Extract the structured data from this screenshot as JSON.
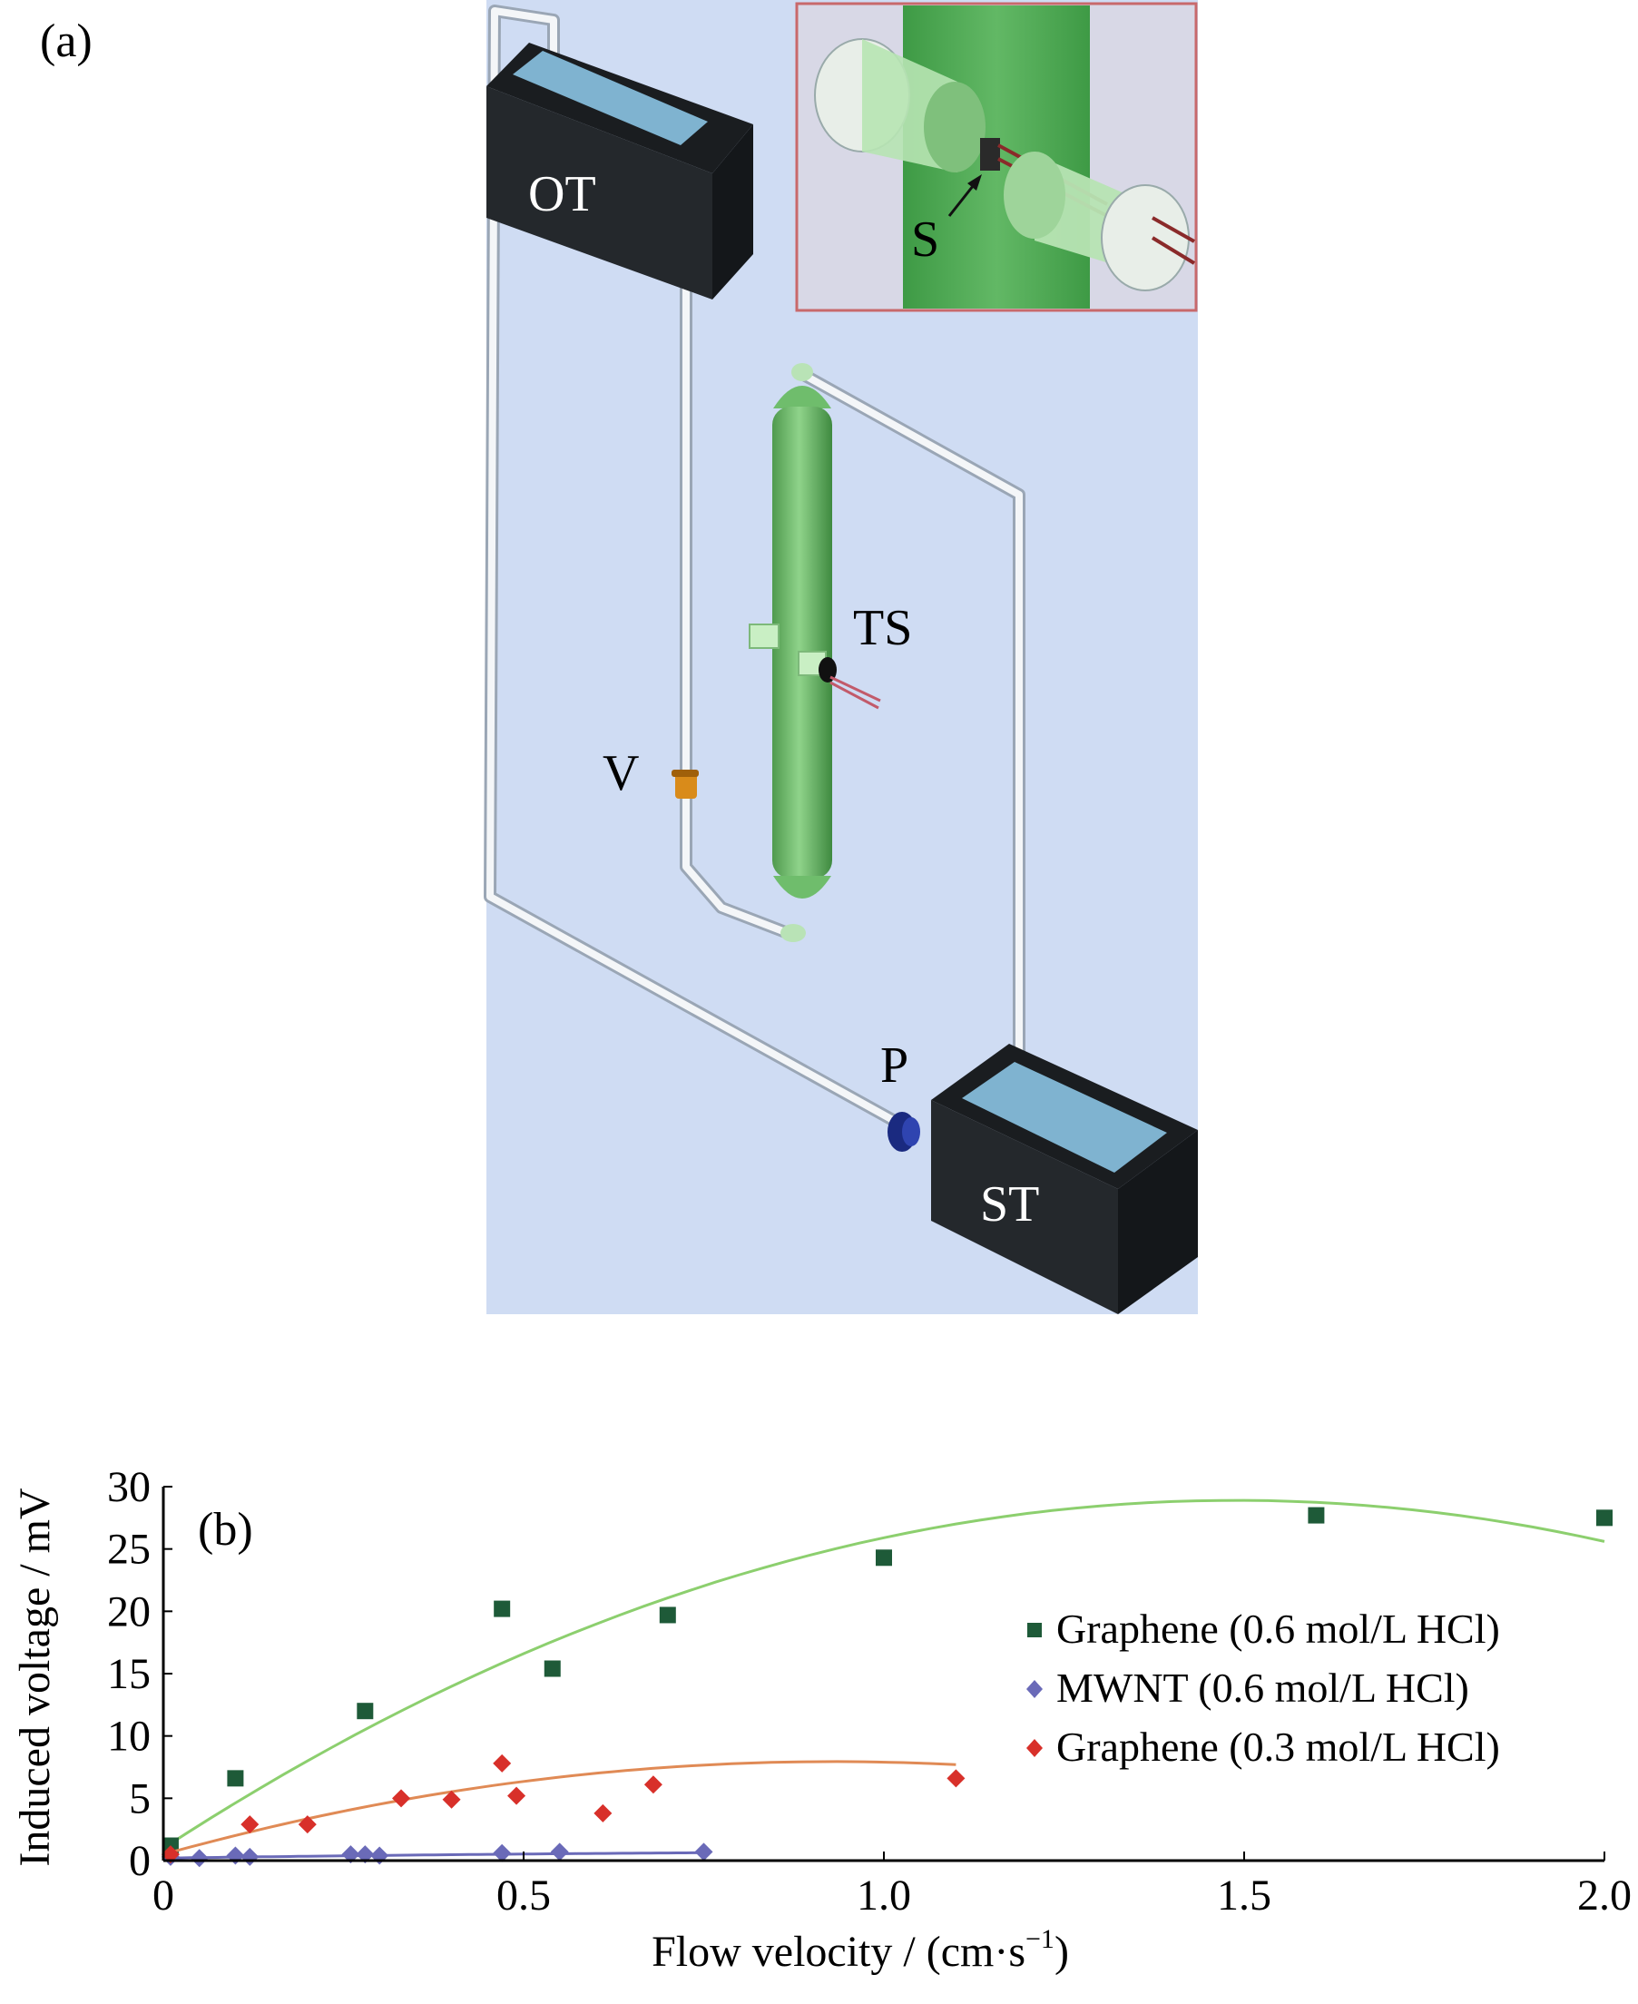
{
  "panel_a": {
    "label": "(a)",
    "components": {
      "overflow_tank": "OT",
      "test_section": "TS",
      "valve": "V",
      "pump": "P",
      "supply_tank": "ST",
      "sensor": "S"
    },
    "colors": {
      "background": "#cfdcf3",
      "tank": "#202428",
      "water": "#7fb3d0",
      "column": "#7cc27a",
      "pipe": "#f4f6f8",
      "inset_border": "#c8696b",
      "valve": "#d98b1a",
      "pump": "#1a2a80"
    }
  },
  "chart_data": {
    "type": "scatter",
    "panel_label": "(b)",
    "xlabel": "Flow velocity / (cm·s",
    "xlabel_sup": "−1",
    "xlabel_close": ")",
    "ylabel": "Induced voltage / mV",
    "xlim": [
      0,
      2.0
    ],
    "ylim": [
      0,
      30
    ],
    "xticks": [
      "0",
      "0.5",
      "1.0",
      "1.5",
      "2.0"
    ],
    "yticks": [
      "0",
      "5",
      "10",
      "15",
      "20",
      "25",
      "30"
    ],
    "legend_position": "right",
    "series": [
      {
        "name": "Graphene (0.6 mol/L HCl)",
        "marker": "square",
        "color": "#1e5a38",
        "fit_color": "#8ccf6e",
        "x": [
          0.01,
          0.1,
          0.28,
          0.47,
          0.54,
          0.7,
          1.0,
          1.6,
          2.0
        ],
        "y": [
          1.2,
          6.6,
          12.0,
          20.2,
          15.4,
          19.7,
          24.3,
          27.7,
          27.5
        ],
        "fit": {
          "type": "quadratic",
          "x_range": [
            0,
            2.0
          ],
          "coef": [
            1.0,
            37.5,
            -12.6
          ]
        }
      },
      {
        "name": "MWNT (0.6 mol/L HCl)",
        "marker": "diamond",
        "color": "#6a6ab8",
        "fit_color": "#6a6ab8",
        "x": [
          0.01,
          0.05,
          0.1,
          0.12,
          0.26,
          0.28,
          0.3,
          0.47,
          0.55,
          0.75
        ],
        "y": [
          0.3,
          0.2,
          0.4,
          0.3,
          0.5,
          0.5,
          0.4,
          0.6,
          0.7,
          0.7
        ],
        "fit": {
          "type": "quadratic",
          "x_range": [
            0,
            0.75
          ],
          "coef": [
            0.2,
            0.8,
            -0.3
          ]
        }
      },
      {
        "name": "Graphene (0.3 mol/L HCl)",
        "marker": "diamond",
        "color": "#d8302a",
        "fit_color": "#e08a55",
        "x": [
          0.01,
          0.12,
          0.2,
          0.33,
          0.4,
          0.47,
          0.49,
          0.61,
          0.68,
          1.1
        ],
        "y": [
          0.5,
          2.9,
          2.9,
          5.0,
          4.9,
          7.8,
          5.2,
          3.8,
          6.1,
          6.6
        ],
        "fit": {
          "type": "quadratic",
          "x_range": [
            0,
            1.1
          ],
          "coef": [
            0.5,
            16.0,
            -8.6
          ]
        }
      }
    ]
  }
}
